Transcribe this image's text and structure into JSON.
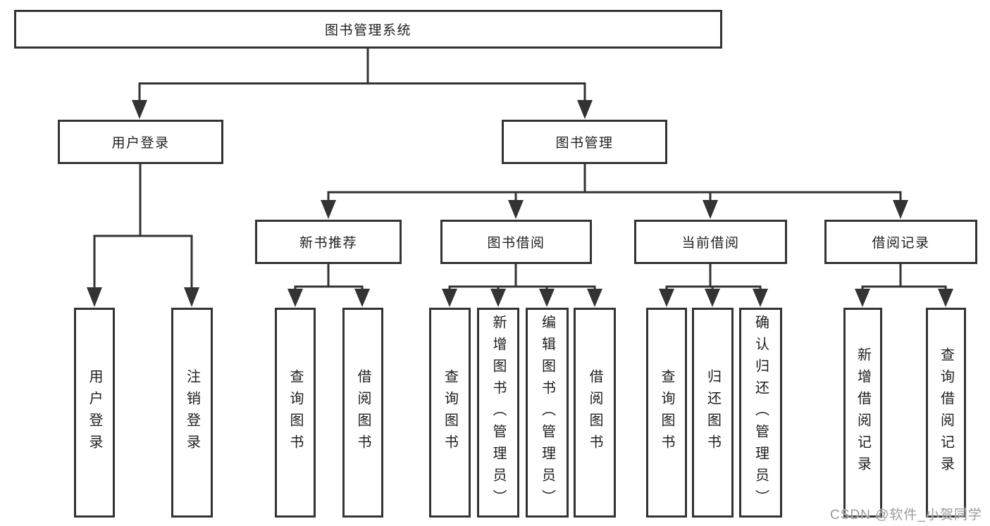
{
  "tree": {
    "label": "图书管理系统",
    "children": [
      {
        "label": "用户登录",
        "children": [
          {
            "label": "用户登录"
          },
          {
            "label": "注销登录"
          }
        ]
      },
      {
        "label": "图书管理",
        "children": [
          {
            "label": "新书推荐",
            "children": [
              {
                "label": "查询图书"
              },
              {
                "label": "借阅图书"
              }
            ]
          },
          {
            "label": "图书借阅",
            "children": [
              {
                "label": "查询图书"
              },
              {
                "label": "新增图书（管理员）"
              },
              {
                "label": "编辑图书（管理员）"
              },
              {
                "label": "借阅图书"
              }
            ]
          },
          {
            "label": "当前借阅",
            "children": [
              {
                "label": "查询图书"
              },
              {
                "label": "归还图书"
              },
              {
                "label": "确认归还（管理员）"
              }
            ]
          },
          {
            "label": "借阅记录",
            "children": [
              {
                "label": "新增借阅记录"
              },
              {
                "label": "查询借阅记录"
              }
            ]
          }
        ]
      }
    ]
  },
  "watermark": {
    "text": "CSDN @软件_小贺同学"
  },
  "colors": {
    "line": "#333333",
    "border": "#333333",
    "text": "#1f1f1f",
    "watermark": "#9b9b9b",
    "background": "#ffffff"
  }
}
